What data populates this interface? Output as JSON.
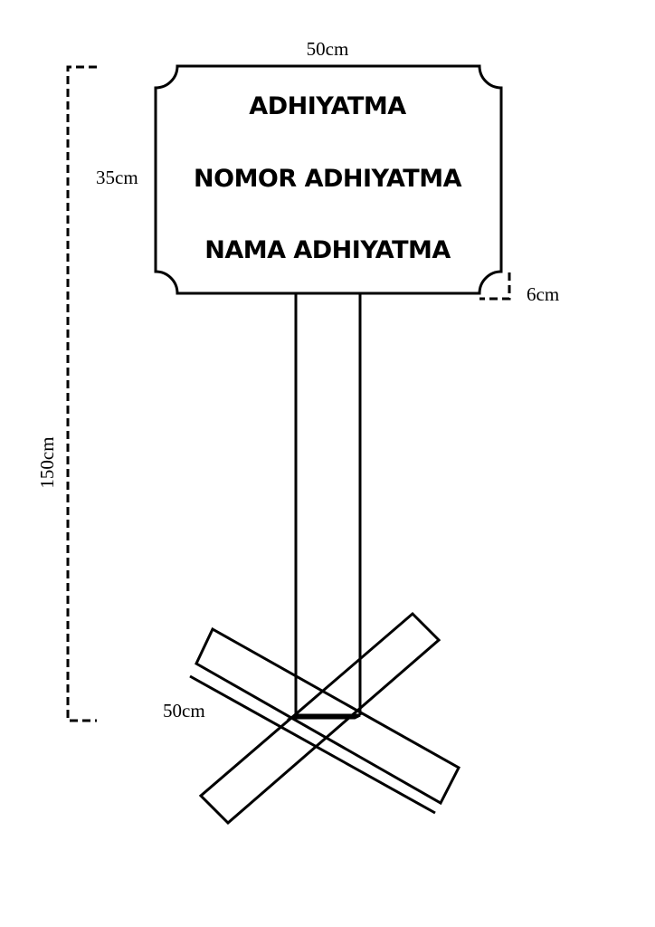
{
  "sign": {
    "line1": "ADHIYATMA",
    "line2": "NOMOR ADHIYATMA",
    "line3": "NAMA ADHIYATMA"
  },
  "dimensions": {
    "width": "50cm",
    "height": "35cm",
    "corner": "6cm",
    "total_height": "150cm",
    "base": "50cm"
  },
  "colors": {
    "stroke": "#000000",
    "background": "#ffffff"
  }
}
